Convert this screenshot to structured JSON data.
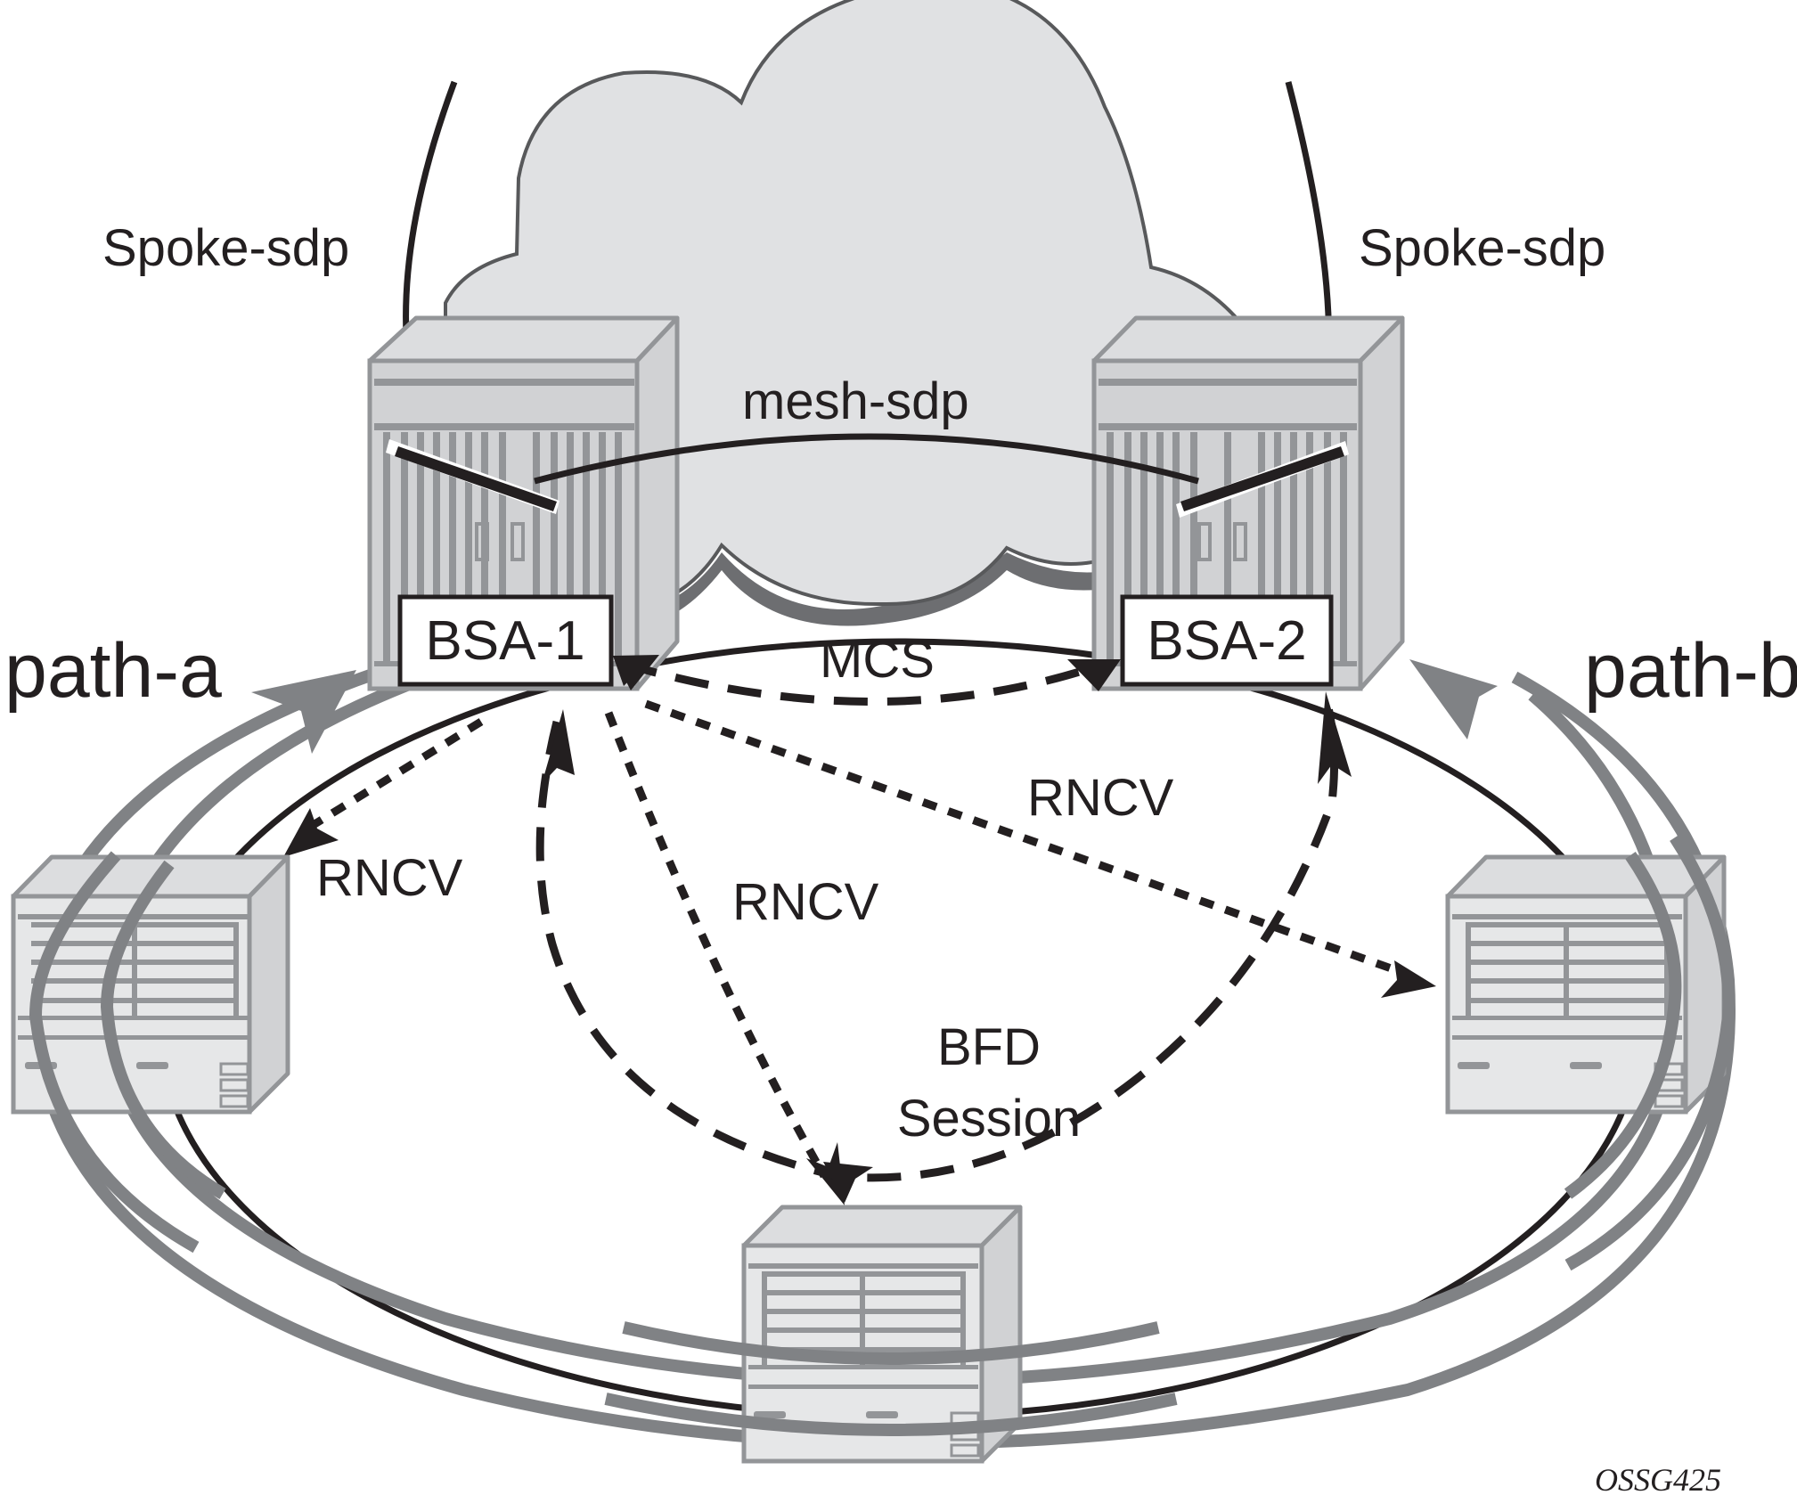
{
  "diagram": {
    "title": "BSA dual-homing with MC ring, RNCV and BFD",
    "labels": {
      "spoke_sdp_left": "Spoke-sdp",
      "spoke_sdp_right": "Spoke-sdp",
      "mesh_sdp": "mesh-sdp",
      "bsa1": "BSA-1",
      "bsa2": "BSA-2",
      "mcs": "MCS",
      "path_a": "path-a",
      "path_b": "path-b",
      "rncv_left": "RNCV",
      "rncv_center": "RNCV",
      "rncv_right": "RNCV",
      "bfd_line1": "BFD",
      "bfd_line2": "Session",
      "figure_id": "OSSG425"
    },
    "nodes": [
      {
        "id": "bsa1",
        "label": "BSA-1",
        "type": "large-chassis"
      },
      {
        "id": "bsa2",
        "label": "BSA-2",
        "type": "large-chassis"
      },
      {
        "id": "ring-node-left",
        "label": "",
        "type": "small-chassis"
      },
      {
        "id": "ring-node-bottom",
        "label": "",
        "type": "small-chassis"
      },
      {
        "id": "ring-node-right",
        "label": "",
        "type": "small-chassis"
      }
    ],
    "links": [
      {
        "from": "bsa1",
        "to": "cloud",
        "label": "Spoke-sdp",
        "style": "solid"
      },
      {
        "from": "bsa2",
        "to": "cloud",
        "label": "Spoke-sdp",
        "style": "solid"
      },
      {
        "from": "bsa1",
        "to": "bsa2",
        "label": "mesh-sdp",
        "style": "solid"
      },
      {
        "from": "bsa1",
        "to": "bsa2",
        "label": "MCS",
        "style": "long-dash",
        "direction": "both"
      },
      {
        "from": "bsa1",
        "to": "ring-node-left",
        "label": "RNCV",
        "style": "short-dash"
      },
      {
        "from": "bsa1",
        "to": "ring-node-bottom",
        "label": "RNCV",
        "style": "short-dash"
      },
      {
        "from": "bsa1",
        "to": "ring-node-right",
        "label": "RNCV",
        "style": "short-dash"
      },
      {
        "from": "bsa1",
        "to": "bsa2",
        "label": "BFD Session",
        "style": "long-dash",
        "via": "ring-node-bottom"
      }
    ],
    "colors": {
      "ink": "#231f20",
      "cloud_fill": "#e0e1e3",
      "chassis_fill": "#d1d2d4",
      "chassis_stroke": "#939598",
      "path_gray": "#808285"
    }
  }
}
